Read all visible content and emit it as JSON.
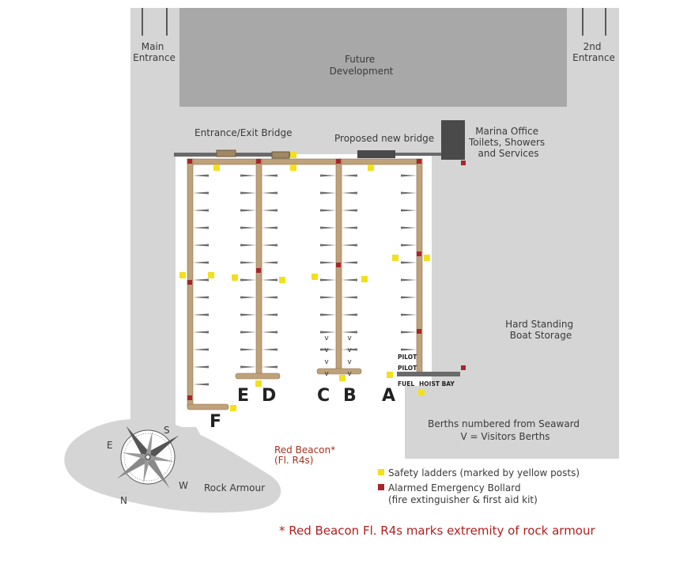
{
  "labels": {
    "main_entrance": [
      "Main",
      "Entrance"
    ],
    "second_entrance": [
      "2nd",
      "Entrance"
    ],
    "future_development": [
      "Future",
      "Development"
    ],
    "entrance_exit_bridge": "Entrance/Exit Bridge",
    "proposed_bridge": "Proposed new bridge",
    "marina_office": [
      "Marina Office",
      "Toilets, Showers",
      "and Services"
    ],
    "hard_standing": [
      "Hard Standing",
      "Boat Storage"
    ],
    "berths_numbered": [
      "Berths numbered from Seaward",
      "V = Visitors Berths"
    ],
    "red_beacon": [
      "Red Beacon*",
      "(Fl. R4s)"
    ],
    "rock_armour": "Rock Armour",
    "pilot": "PILOT",
    "fuel": "FUEL",
    "hoist_bay": "HOIST BAY",
    "visitor_mark": "v"
  },
  "piers": [
    "A",
    "B",
    "C",
    "D",
    "E",
    "F"
  ],
  "legend": {
    "safety_ladders": "Safety ladders (marked by yellow posts)",
    "bollard": [
      "Alarmed Emergency Bollard",
      "(fire extinguisher & first aid kit)"
    ]
  },
  "footnote": "* Red Beacon Fl. R4s marks extremity of rock armour",
  "compass": {
    "n": "N",
    "s": "S",
    "e": "E",
    "w": "W"
  },
  "colors": {
    "land": "#d5d5d5",
    "future_block": "#a8a8a8",
    "pontoon": "#bfa27a",
    "pontoon_edge": "#8a7150",
    "finger": "#6d6d6d",
    "ladder": "#f2e01c",
    "bollard": "#a8252a",
    "office": "#4a4a4a"
  }
}
